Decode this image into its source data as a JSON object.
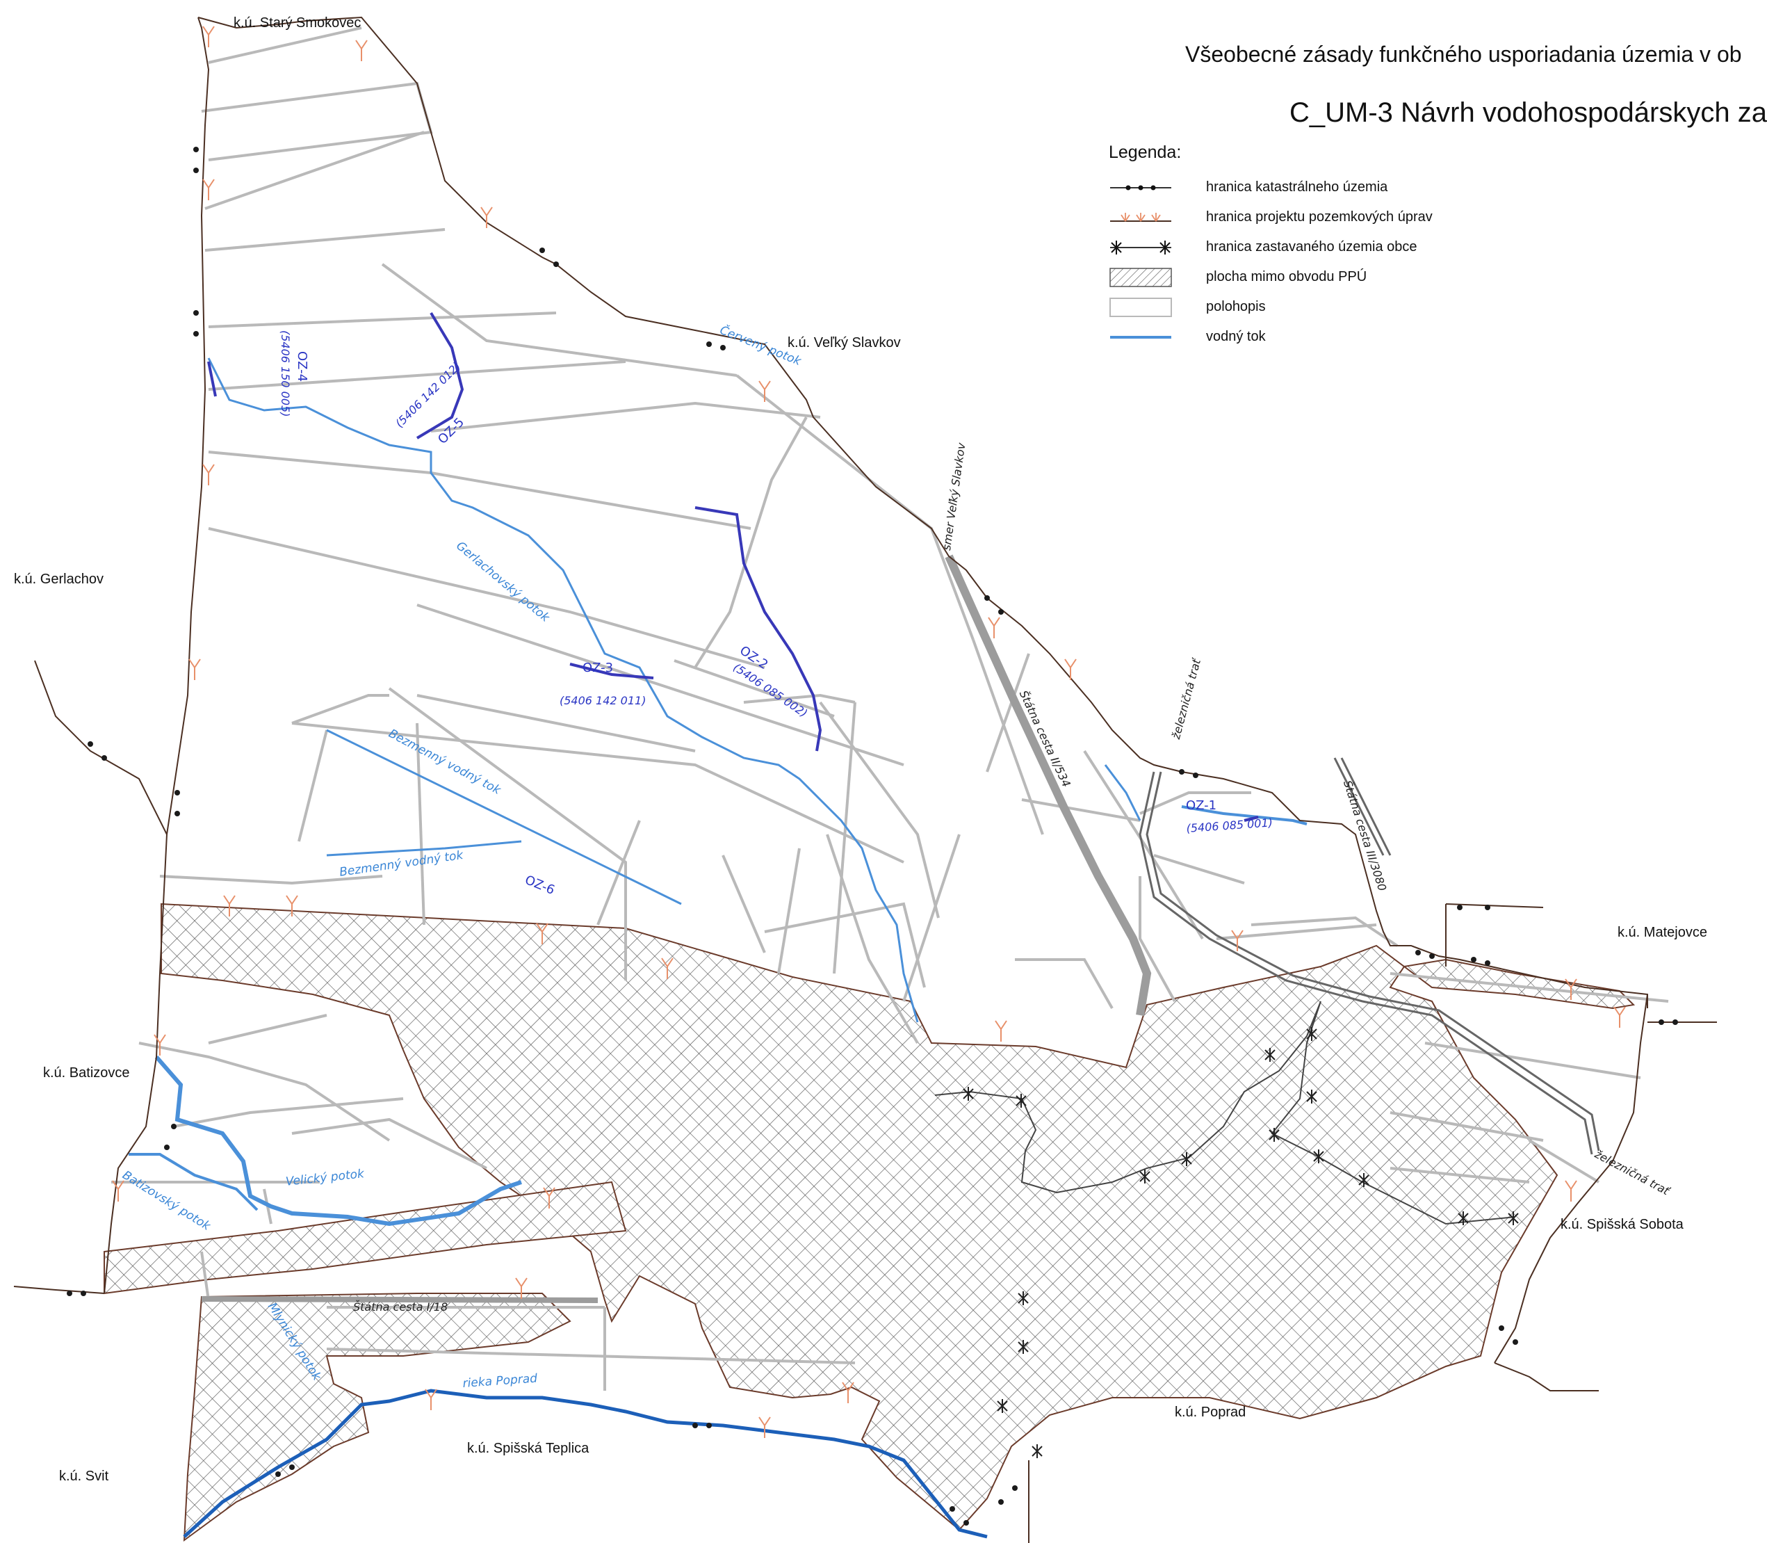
{
  "title": {
    "line1": "Všeobecné zásady funkčného usporiadania územia v ob",
    "line2": "C_UM-3 Návrh vodohospodárskych za"
  },
  "legend": {
    "title": "Legenda:",
    "items": [
      {
        "label": "hranica katastrálneho územia",
        "symbol": "dotted-line"
      },
      {
        "label": "hranica projektu pozemkových úprav",
        "symbol": "tick-line"
      },
      {
        "label": "hranica zastavaného územia obce",
        "symbol": "star-line"
      },
      {
        "label": "plocha mimo obvodu PPÚ",
        "symbol": "hatch-box"
      },
      {
        "label": "polohopis",
        "symbol": "grey-box"
      },
      {
        "label": "vodný tok",
        "symbol": "blue-line"
      }
    ]
  },
  "cadastral_labels": {
    "stary_smokovec": "k.ú. Starý Smokovec",
    "gerlachov": "k.ú. Gerlachov",
    "velky_slavkov": "k.ú. Veľký Slavkov",
    "matejovce": "k.ú. Matejovce",
    "batizovce": "k.ú. Batizovce",
    "spisska_sobota": "k.ú. Spišská Sobota",
    "poprad": "k.ú. Poprad",
    "spisska_teplica": "k.ú. Spišská Teplica",
    "svit": "k.ú. Svit"
  },
  "water_labels": {
    "cerveny": "Červený potok",
    "gerlachovsky": "Gerlachovský potok",
    "bezmenny1": "Bezmenný vodný tok",
    "bezmenny2": "Bezmenný vodný tok",
    "velicky": "Velický potok",
    "batizovsky": "Batizovský potok",
    "mlynicky": "Mlynický potok",
    "poprad": "rieka Poprad"
  },
  "measures": {
    "oz1": {
      "label": "OZ-1",
      "code": "(5406 085 001)"
    },
    "oz2": {
      "label": "OZ-2",
      "code": "(5406 085 002)"
    },
    "oz3": {
      "label": "OZ-3",
      "code": "(5406 142 011)"
    },
    "oz4": {
      "label": "OZ-4",
      "code": "(5406 150 005)"
    },
    "oz5": {
      "label": "OZ-5",
      "code": "(5406 142 012)"
    },
    "oz6": {
      "label": "OZ-6"
    }
  },
  "road_labels": {
    "smer": "smer Veľký Slavkov",
    "cesta534": "Štátna cesta II/534",
    "zel1": "železničná trať",
    "cesta3080": "Štátna cesta III/3080",
    "zel2": "železničná trať",
    "cesta18": "Štátna cesta I/18"
  },
  "colors": {
    "stream": "#4a90d9",
    "measure": "#2a35c4",
    "boundary_ppu": "#e8906a",
    "polohopis": "#b9b9b9",
    "boundary": "#5a3a2a"
  }
}
